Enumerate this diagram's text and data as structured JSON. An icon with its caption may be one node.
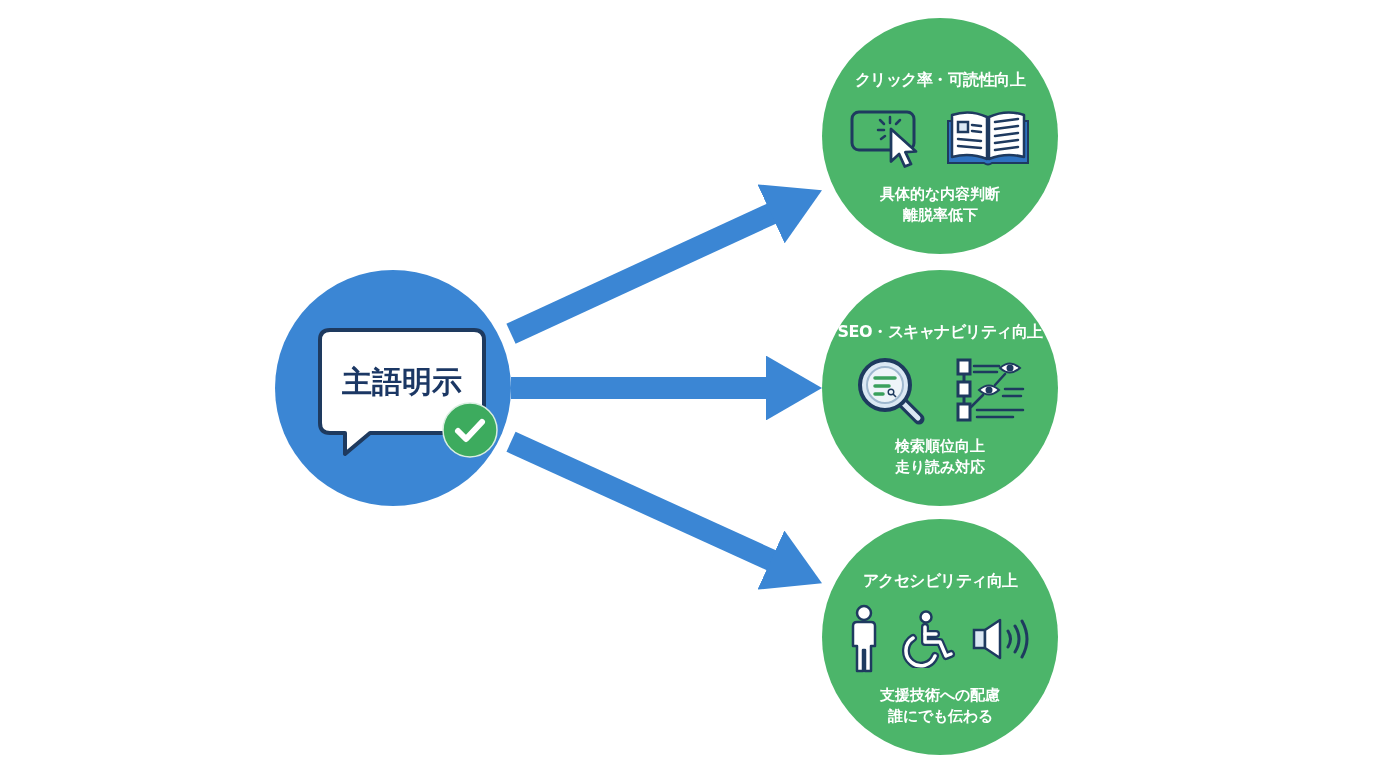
{
  "diagram": {
    "nodes": [
      {
        "text": [],
        "shape": "circle"
      },
      {
        "text": [
          "主語明示"
        ],
        "in": 0
      },
      {
        "text": [
          "クリック率・可読性向上",
          "具体的な内容判断",
          "離脱率低下"
        ]
      },
      {
        "text": [
          "SEO・スキャナビリティ向上",
          "検索順位向上",
          "走り読み対応"
        ]
      },
      {
        "text": [
          "アクセシビリティ向上",
          "支援技術への配慮",
          "誰にでも伝わる"
        ]
      }
    ],
    "edges": [
      {
        "from": 0,
        "to": 2,
        "arrow": "to"
      },
      {
        "from": 0,
        "to": 3,
        "arrow": "to"
      },
      {
        "from": 0,
        "to": 4,
        "arrow": "to"
      }
    ]
  }
}
